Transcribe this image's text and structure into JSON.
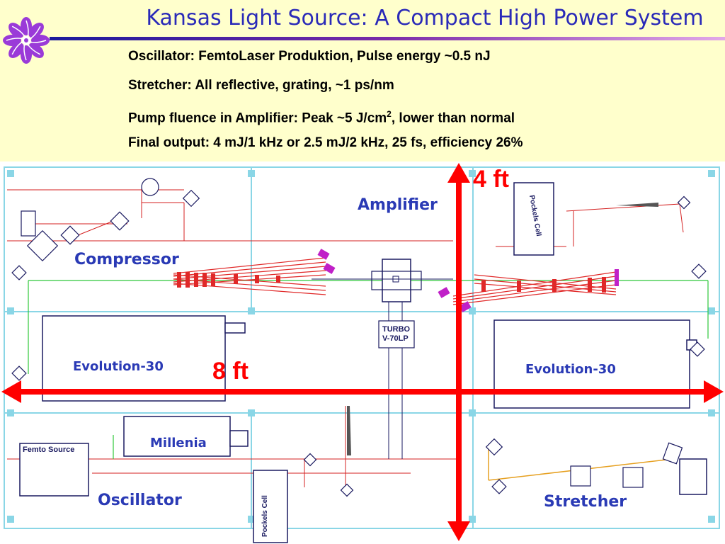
{
  "title": "Kansas Light Source: A Compact High Power System",
  "bullets": [
    {
      "text": "Oscillator: FemtoLaser Produktion, Pulse energy ~0.5 nJ"
    },
    {
      "text": "Stretcher: All reflective, grating, ~1 ps/nm"
    },
    {
      "text": "Pump fluence in Amplifier: Peak ~5 J/cm",
      "sup": "2",
      "after": ", lower than normal"
    },
    {
      "text": "Final output: 4 mJ/1 kHz or 2.5 mJ/2 kHz, 25 fs, efficiency 26%"
    }
  ],
  "diagram": {
    "labels": {
      "amplifier": "Amplifier",
      "compressor": "Compressor",
      "evolution_left": "Evolution-30",
      "evolution_right": "Evolution-30",
      "millenia": "Millenia",
      "oscillator": "Oscillator",
      "stretcher": "Stretcher",
      "femto_source": "Femto Source",
      "turbo_line1": "TURBO",
      "turbo_line2": "V-70LP",
      "pockels_top": "Pockels Cell",
      "pockels_bottom": "Pockels Cell"
    },
    "dimensions": {
      "height": "4 ft",
      "width": "8 ft"
    }
  },
  "colors": {
    "title": "#2a2ab8",
    "background": "#ffffcc",
    "arrow": "#ff0000",
    "label": "#2a3ab5"
  }
}
